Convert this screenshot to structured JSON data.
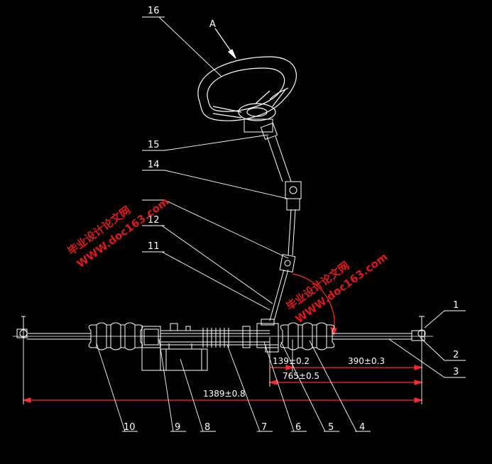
{
  "view_label": "A",
  "ann": {
    "l1": "1",
    "l2": "2",
    "l3": "3",
    "l4": "4",
    "l5": "5",
    "l6": "6",
    "l7": "7",
    "l8": "8",
    "l9": "9",
    "l10": "10",
    "l11": "11",
    "l12": "12",
    "l14": "14",
    "l15": "15",
    "l16": "16"
  },
  "dims": {
    "d139": "139±0.2",
    "d390": "390±0.3",
    "d765": "765±0.5",
    "d1389": "1389±0.8"
  },
  "watermark": {
    "cn": "毕业设计论文网",
    "url": "WWW.doc163.com"
  },
  "colors": {
    "background": "#000000",
    "line": "#ffffff",
    "dim_line": "#ff2a2a",
    "watermark": "#e01818"
  }
}
